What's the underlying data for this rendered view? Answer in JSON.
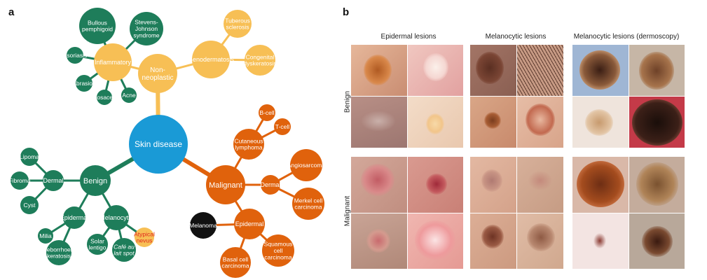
{
  "panel_a": {
    "label": "a",
    "nodes": {
      "root": "Skin disease",
      "non_neoplastic": [
        "Non-",
        "neoplastic"
      ],
      "inflammatory": "Inflammatory",
      "bullous": [
        "Bullous",
        "pemphigoid"
      ],
      "sjs": [
        "Stevens-",
        "Johnson",
        "syndrome"
      ],
      "psoriasis": "Psoriasis",
      "abrasion": "Abrasion",
      "rosacea": "Rosacea",
      "acne": "Acne",
      "genodermatosis": "Genodermatosis",
      "tuberous": [
        "Tuberous",
        "sclerosis"
      ],
      "congenital": [
        "Congenital",
        "dyskeratosis"
      ],
      "benign": "Benign",
      "dermal_benign": "Dermal",
      "lipoma": "Lipoma",
      "fibroma": "Fibroma",
      "cyst": "Cyst",
      "epidermal_benign": "Epidermal",
      "milia": "Milia",
      "seborrhoeic": [
        "Seborrhoeic",
        "keratosis"
      ],
      "melanocytic": "Melanocytic",
      "solar": [
        "Solar",
        "lentigo"
      ],
      "cafe": [
        "Café au",
        "lait spot"
      ],
      "atypical": [
        "Atypical",
        "nevus"
      ],
      "malignant": "Malignant",
      "cutaneous": [
        "Cutaneous",
        "lymphoma"
      ],
      "bcell": "B-cell",
      "tcell": "T-cell",
      "dermal_malignant": "Dermal",
      "angiosarcoma": "Angiosarcoma",
      "merkel": [
        "Merkel cell",
        "carcinoma"
      ],
      "epidermal_malignant": "Epidermal",
      "melanoma": "Melanoma",
      "basal": [
        "Basal cell",
        "carcinoma"
      ],
      "squamous": [
        "Squamous",
        "cell",
        "carcinoma"
      ]
    }
  },
  "panel_b": {
    "label": "b",
    "columns": [
      "Epidermal lesions",
      "Melanocytic lesions",
      "Melanocytic lesions (dermoscopy)"
    ],
    "rows": [
      "Benign",
      "Malignant"
    ]
  },
  "colors": {
    "green": "#1e7d5a",
    "yellow": "#f7bf55",
    "orange": "#e0620c",
    "blue": "#1a9ad6",
    "black": "#111111",
    "red_text": "#e0261e"
  }
}
